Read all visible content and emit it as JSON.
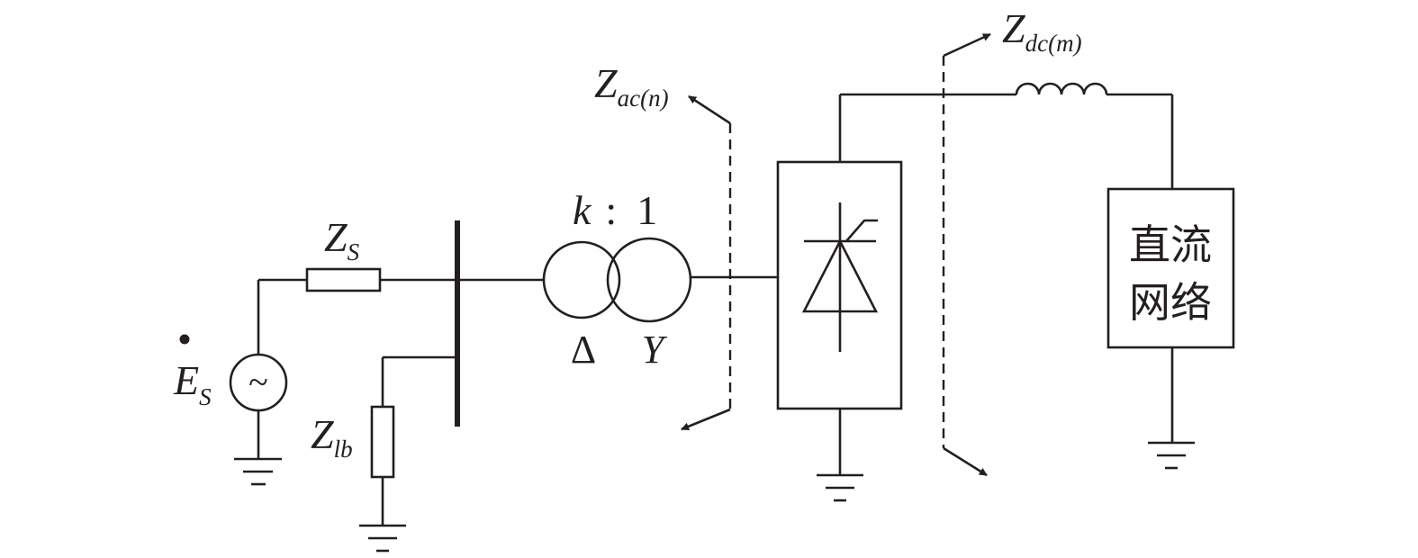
{
  "source": {
    "symbol": "E",
    "subscript": "S",
    "glyph": "~"
  },
  "source_impedance": {
    "symbol": "Z",
    "subscript": "S"
  },
  "local_load": {
    "symbol": "Z",
    "subscript": "lb"
  },
  "transformer": {
    "ratio_k": "k",
    "ratio_sep": ":",
    "ratio_1": "1",
    "primary": "Δ",
    "secondary": "Y"
  },
  "ac_impedance": {
    "symbol": "Z",
    "subscript": "ac(",
    "index": "n",
    "close": ")"
  },
  "dc_impedance": {
    "symbol": "Z",
    "subscript": "dc(",
    "index": "m",
    "close": ")"
  },
  "dc_network": {
    "line1": "直流",
    "line2": "网络"
  }
}
